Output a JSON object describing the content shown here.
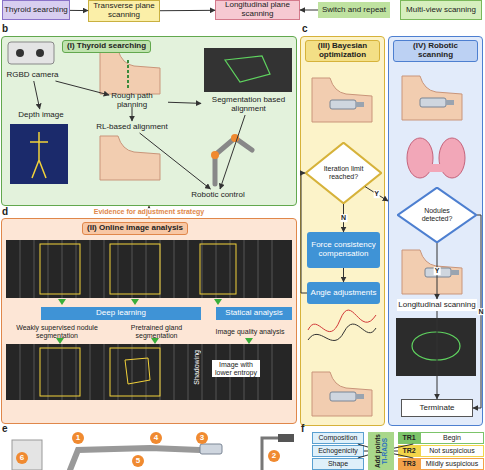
{
  "diagram": {
    "nodes": [
      {
        "text": [
          "Thyroid searching"
        ]
      },
      {
        "text": [
          "Transverse plane scanning"
        ]
      },
      {
        "text": [
          "Longitudinal plane scanning"
        ]
      },
      {
        "text": [
          "Switch and repeat"
        ]
      },
      {
        "text": [
          "Multi-view scanning"
        ]
      },
      {
        "text": [
          "(I) Thyroid searching"
        ]
      },
      {
        "text": [
          "RGBD camera"
        ],
        "in": 5
      },
      {
        "text": [
          "Depth image"
        ],
        "in": 5
      },
      {
        "text": [
          "Rough path planning"
        ],
        "in": 5
      },
      {
        "text": [
          "Segmentation based alignment"
        ],
        "in": 5
      },
      {
        "text": [
          "RL-based alignment"
        ],
        "in": 5
      },
      {
        "text": [
          "Robotic control"
        ],
        "in": 5
      },
      {
        "text": [
          "(III) Bayesian optimization"
        ]
      },
      {
        "text": [
          "Iteration limit reached?"
        ],
        "in": 12
      },
      {
        "text": [
          "Force consistency compensation"
        ],
        "in": 12
      },
      {
        "text": [
          "Angle adjustments"
        ],
        "in": 12
      },
      {
        "text": [
          "(IV) Robotic scanning"
        ]
      },
      {
        "text": [
          "Nodules detected?"
        ],
        "in": 16
      },
      {
        "text": [
          "Longitudinal scanning"
        ],
        "in": 16
      },
      {
        "text": [
          "Terminate"
        ],
        "in": 16
      },
      {
        "text": [
          "(II) Online image analysis"
        ]
      },
      {
        "text": [
          "Deep learning"
        ],
        "in": 20
      },
      {
        "text": [
          "Statical analysis"
        ],
        "in": 20
      },
      {
        "text": [
          "Weakly supervised nodule segmentation"
        ],
        "in": 20
      },
      {
        "text": [
          "Pretrained gland segmentation"
        ],
        "in": 20
      },
      {
        "text": [
          "Image quality analysis"
        ],
        "in": 20
      },
      {
        "text": [
          "Composition"
        ]
      },
      {
        "text": [
          "Echogenicity"
        ]
      },
      {
        "text": [
          "Shape"
        ]
      },
      {
        "text": [
          "Add points",
          "TI-RADS"
        ]
      },
      {
        "text": [
          "TR1",
          "Begin"
        ]
      },
      {
        "text": [
          "TR2",
          "Not suspicious"
        ]
      },
      {
        "text": [
          "TR3",
          "Mildly suspicious"
        ]
      }
    ],
    "edges": [
      {
        "from": 0,
        "to": 1,
        "arrow": "to"
      },
      {
        "from": 1,
        "to": 2,
        "arrow": "to"
      },
      {
        "from": 3,
        "to": 2,
        "arrow": "to"
      },
      {
        "from": 6,
        "to": 7,
        "arrow": "to"
      },
      {
        "from": 6,
        "to": 8,
        "arrow": "to"
      },
      {
        "from": 8,
        "to": 9,
        "arrow": "to"
      },
      {
        "from": 8,
        "to": 10,
        "arrow": "to"
      },
      {
        "from": 9,
        "to": 11,
        "arrow": "to"
      },
      {
        "from": 10,
        "to": 11,
        "arrow": "to"
      },
      {
        "from": 20,
        "to": 5,
        "label": "Evidence for adjustment strategy",
        "arrow": "to"
      },
      {
        "from": 13,
        "to": 14,
        "label": "N",
        "arrow": "to"
      },
      {
        "from": 14,
        "to": 15,
        "arrow": "to"
      },
      {
        "from": 15,
        "to": 13,
        "arrow": "to"
      },
      {
        "from": 13,
        "to": 16,
        "label": "Y",
        "arrow": "to"
      },
      {
        "from": 17,
        "to": 18,
        "label": "Y",
        "arrow": "to"
      },
      {
        "from": 17,
        "to": 19,
        "label": "N",
        "arrow": "to"
      },
      {
        "from": 18,
        "to": 19,
        "arrow": "to"
      },
      {
        "from": 26,
        "to": 29,
        "arrow": "none"
      },
      {
        "from": 27,
        "to": 29,
        "arrow": "none"
      },
      {
        "from": 28,
        "to": 29,
        "arrow": "none"
      },
      {
        "from": 29,
        "to": 30,
        "arrow": "none"
      },
      {
        "from": 29,
        "to": 31,
        "arrow": "none"
      },
      {
        "from": 29,
        "to": 32,
        "arrow": "none"
      }
    ],
    "labels": [
      "b",
      "c",
      "d",
      "e",
      "f",
      "Shadowing",
      "Image with lower entropy",
      "1",
      "2",
      "3",
      "4",
      "5",
      "6"
    ]
  }
}
